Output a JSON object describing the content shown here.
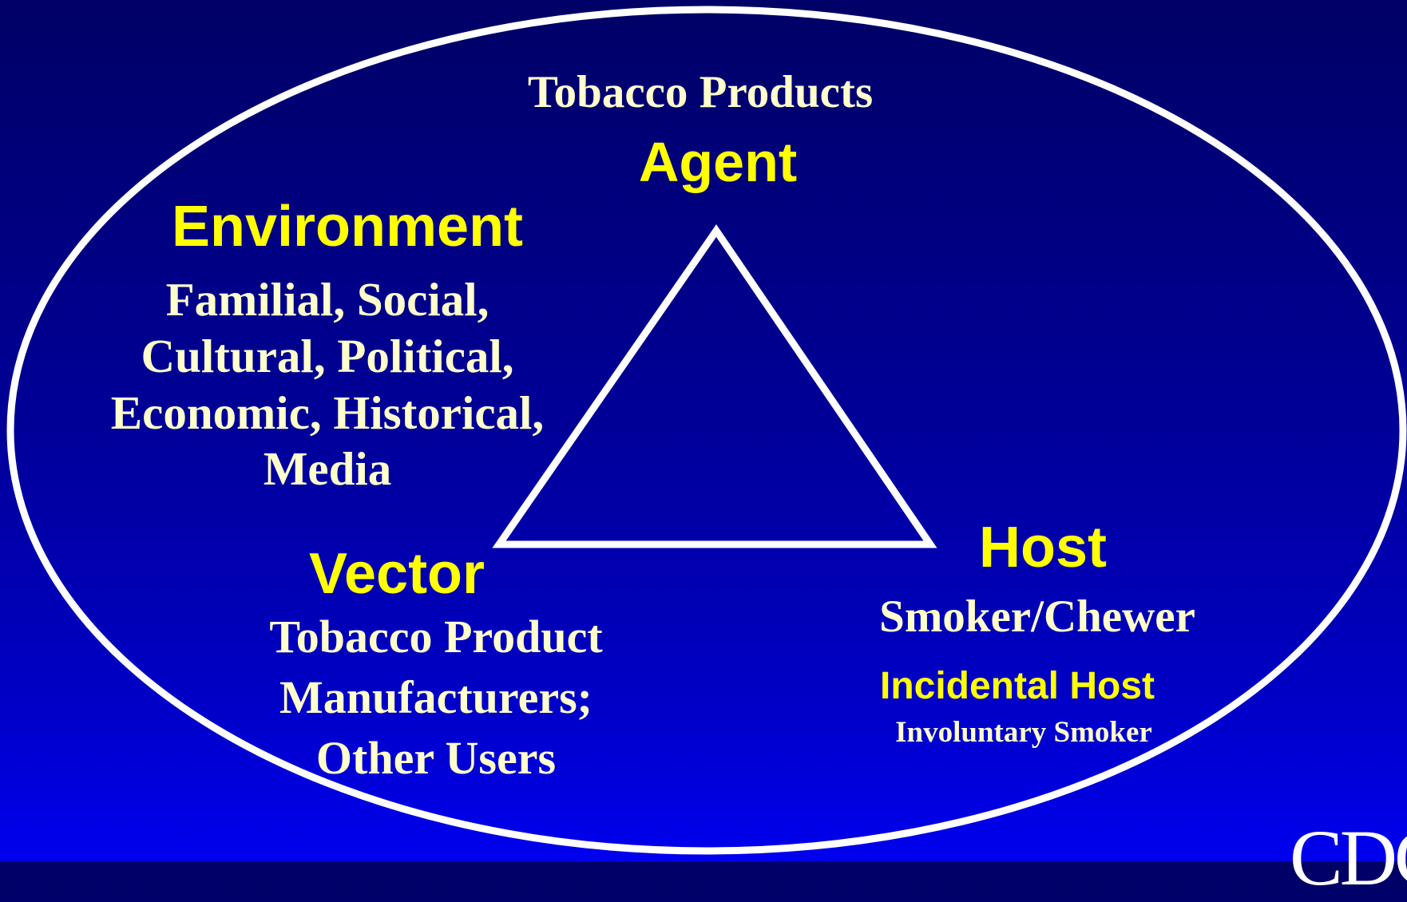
{
  "colors": {
    "background_top": "#000066",
    "background_bottom": "#0000ee",
    "shape_stroke": "#ffffff",
    "heading_color": "#ffff00",
    "body_text_color": "#ffffcc"
  },
  "agent": {
    "above": "Tobacco Products",
    "heading": "Agent"
  },
  "environment": {
    "heading": "Environment",
    "lines": [
      "Familial, Social,",
      "Cultural, Political,",
      "Economic, Historical,",
      "Media"
    ]
  },
  "vector": {
    "heading": "Vector",
    "lines": [
      "Tobacco Product",
      "Manufacturers;",
      "Other Users"
    ]
  },
  "host": {
    "heading": "Host",
    "subtitle": "Smoker/Chewer"
  },
  "incidental_host": {
    "heading": "Incidental Host",
    "subtitle": "Involuntary Smoker"
  },
  "logo": {
    "text": "CDC"
  }
}
